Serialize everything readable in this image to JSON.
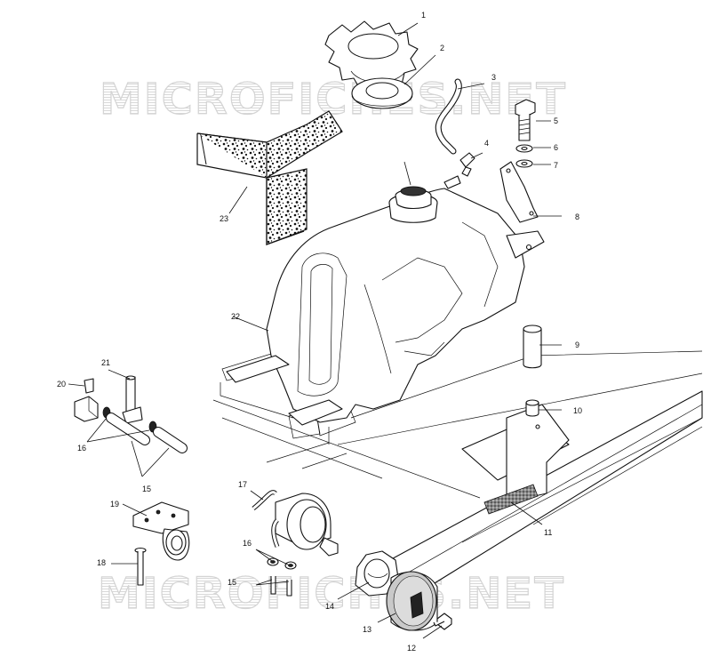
{
  "watermark": {
    "top": "MICROFICHES.NET",
    "bottom": "MICROFICHES.NET"
  },
  "callouts": [
    {
      "id": "1",
      "text": "1"
    },
    {
      "id": "2",
      "text": "2"
    },
    {
      "id": "3",
      "text": "3"
    },
    {
      "id": "4",
      "text": "4"
    },
    {
      "id": "5",
      "text": "5"
    },
    {
      "id": "6",
      "text": "6"
    },
    {
      "id": "7",
      "text": "7"
    },
    {
      "id": "8",
      "text": "8"
    },
    {
      "id": "9",
      "text": "9"
    },
    {
      "id": "10",
      "text": "10"
    },
    {
      "id": "11",
      "text": "11"
    },
    {
      "id": "12",
      "text": "12"
    },
    {
      "id": "13",
      "text": "13"
    },
    {
      "id": "14",
      "text": "14"
    },
    {
      "id": "15a",
      "text": "15"
    },
    {
      "id": "15b",
      "text": "15"
    },
    {
      "id": "16a",
      "text": "16"
    },
    {
      "id": "16b",
      "text": "16"
    },
    {
      "id": "17",
      "text": "17"
    },
    {
      "id": "18",
      "text": "18"
    },
    {
      "id": "19",
      "text": "19"
    },
    {
      "id": "20",
      "text": "20"
    },
    {
      "id": "21",
      "text": "21"
    },
    {
      "id": "22",
      "text": "22"
    },
    {
      "id": "23",
      "text": "23"
    }
  ]
}
